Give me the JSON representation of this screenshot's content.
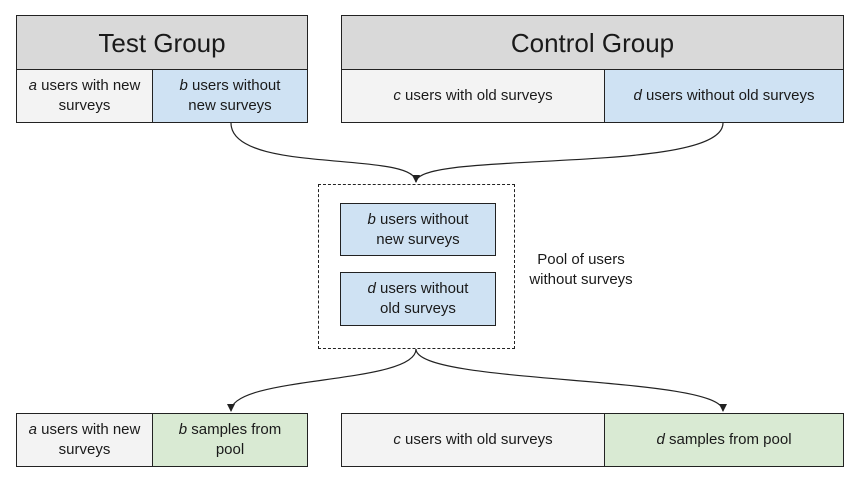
{
  "test_group": {
    "title": "Test Group",
    "cell_a": {
      "var": "a",
      "text": " users with new",
      "line2": "surveys"
    },
    "cell_b": {
      "var": "b",
      "text": " users without",
      "line2": "new surveys"
    }
  },
  "control_group": {
    "title": "Control Group",
    "cell_c": {
      "var": "c",
      "text": " users with old surveys"
    },
    "cell_d": {
      "var": "d",
      "text": " users without old surveys"
    }
  },
  "pool": {
    "label_line1": "Pool of users",
    "label_line2": "without surveys",
    "item_b": {
      "var": "b",
      "text": " users without",
      "line2": "new surveys"
    },
    "item_d": {
      "var": "d",
      "text": " users without",
      "line2": "old surveys"
    }
  },
  "result_test": {
    "cell_a": {
      "var": "a",
      "text": " users with new",
      "line2": "surveys"
    },
    "cell_b": {
      "var": "b",
      "text": " samples from",
      "line2": "pool"
    }
  },
  "result_control": {
    "cell_c": {
      "var": "c",
      "text": " users with old surveys"
    },
    "cell_d": {
      "var": "d",
      "text": " samples from pool"
    }
  },
  "colors": {
    "header": "#d9d9d9",
    "gray_cell": "#f3f3f3",
    "blue_cell": "#cfe2f3",
    "green_cell": "#d9ead3"
  }
}
